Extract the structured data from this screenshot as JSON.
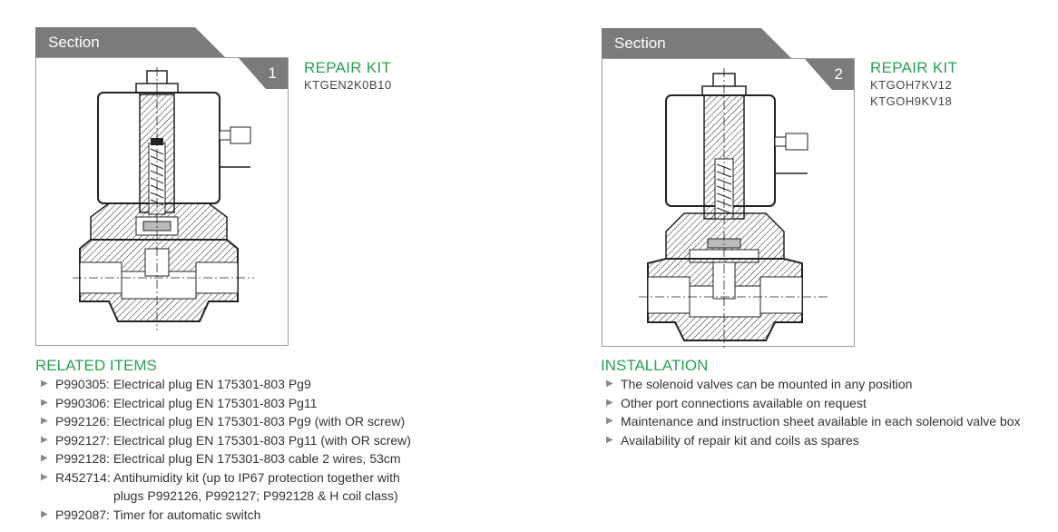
{
  "panels": [
    {
      "section_label": "Section",
      "number": "1",
      "kit_title": "REPAIR KIT",
      "kit_codes": [
        "KTGEN2K0B10"
      ]
    },
    {
      "section_label": "Section",
      "number": "2",
      "kit_title": "REPAIR KIT",
      "kit_codes": [
        "KTGOH7KV12",
        "KTGOH9KV18"
      ]
    }
  ],
  "related_items": {
    "heading": "RELATED ITEMS",
    "items": [
      "P990305: Electrical plug EN 175301-803 Pg9",
      "P990306: Electrical plug EN 175301-803 Pg11",
      "P992126: Electrical plug EN 175301-803 Pg9 (with OR screw)",
      "P992127: Electrical plug EN 175301-803 Pg11 (with OR screw)",
      "P992128: Electrical plug EN 175301-803 cable 2 wires, 53cm",
      "R452714: Antihumidity kit (up to IP67 protection together with",
      "P992087: Timer for automatic switch"
    ],
    "item_continuation": "plugs P992126, P992127; P992128 & H coil class)"
  },
  "installation": {
    "heading": "INSTALLATION",
    "items": [
      "The solenoid valves can be mounted in any position",
      "Other port connections available on request",
      "Maintenance and instruction sheet available in each solenoid valve box",
      "Availability of repair kit and coils as spares"
    ]
  },
  "colors": {
    "accent": "#2aa055",
    "tab": "#7b7b7b",
    "frame": "#9a9a9a"
  },
  "icons": {
    "bullet": "triangle-right-icon"
  }
}
